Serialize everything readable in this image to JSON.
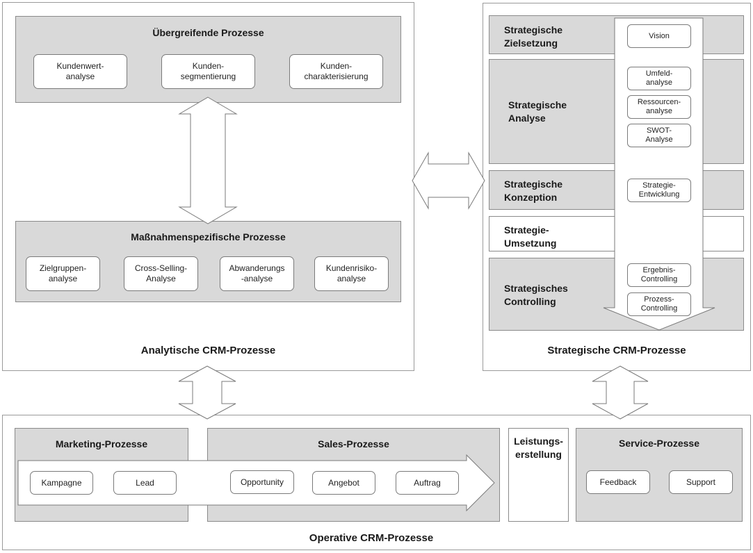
{
  "analytic": {
    "title": "Analytische CRM-Prozesse",
    "top_panel": {
      "title": "Übergreifende Prozesse",
      "items": [
        "Kundenwert-\nanalyse",
        "Kunden-\nsegmentierung",
        "Kunden-\ncharakterisierung"
      ]
    },
    "bottom_panel": {
      "title": "Maßnahmenspezifische Prozesse",
      "items": [
        "Zielgruppen-\nanalyse",
        "Cross-Selling-\nAnalyse",
        "Abwanderungs\n-analyse",
        "Kundenrisiko-\nanalyse"
      ]
    }
  },
  "strategic": {
    "title": "Strategische CRM-Prozesse",
    "stages": [
      "Strategische\nZielsetzung",
      "Strategische\nAnalyse",
      "Strategische\nKonzeption",
      "Strategie-\nUmsetzung",
      "Strategisches\nControlling"
    ],
    "steps": {
      "vision": "Vision",
      "umfeld": "Umfeld-\nanalyse",
      "ressourcen": "Ressourcen-\nanalyse",
      "swot": "SWOT-\nAnalyse",
      "entwicklung": "Strategie-\nEntwicklung",
      "ergebnis": "Ergebnis-\nControlling",
      "prozess": "Prozess-\nControlling"
    }
  },
  "operative": {
    "title": "Operative CRM-Prozesse",
    "marketing": {
      "title": "Marketing-Prozesse",
      "items": [
        "Kampagne",
        "Lead"
      ]
    },
    "sales": {
      "title": "Sales-Prozesse",
      "items": [
        "Opportunity",
        "Angebot",
        "Auftrag"
      ]
    },
    "leistung": {
      "title": "Leistungs-\nerstellung"
    },
    "service": {
      "title": "Service-Prozesse",
      "items": [
        "Feedback",
        "Support"
      ]
    }
  },
  "colors": {
    "panel": "#d9d9d9",
    "border": "#8a8a8a",
    "background": "#ffffff"
  }
}
